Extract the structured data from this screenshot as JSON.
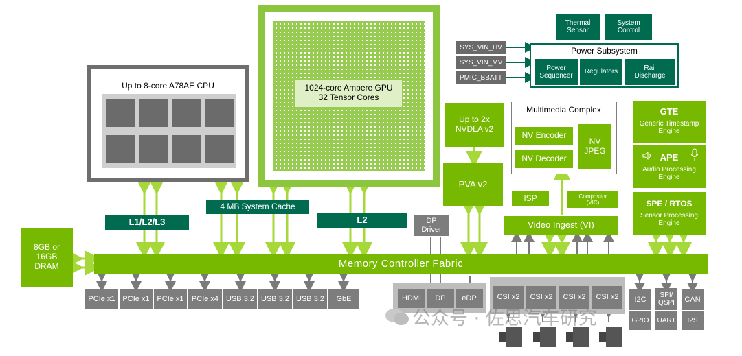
{
  "cpu": {
    "label": "Up to 8-core A78AE CPU"
  },
  "gpu": {
    "label": "1024-core Ampere GPU\n32 Tensor  Cores"
  },
  "cache": {
    "l1l2l3": "L1/L2/L3",
    "system_cache": "4 MB System Cache",
    "l2": "L2"
  },
  "dram": {
    "label": "8GB or\n16GB\nDRAM"
  },
  "fabric": {
    "label": "Memory Controller Fabric"
  },
  "io_left": [
    "PCIe x1",
    "PCIe x1",
    "PCIe x1",
    "PCIe x4",
    "USB 3.2",
    "USB 3.2",
    "USB 3.2",
    "GbE"
  ],
  "display": {
    "dp_driver": "DP\nDriver",
    "ports": [
      "HDMI",
      "DP",
      "eDP"
    ]
  },
  "csi": [
    "CSI x2",
    "CSI x2",
    "CSI x2",
    "CSI x2"
  ],
  "io_right": {
    "i2c": "I2C",
    "gpio": "GPIO",
    "spi": "SPI/\nQSPI",
    "uart": "UART",
    "can": "CAN",
    "i2s": "I2S"
  },
  "power": {
    "thermal": "Thermal\nSensor",
    "system_control": "System\nControl",
    "title": "Power Subsystem",
    "inputs": [
      "SYS_VIN_HV",
      "SYS_VIN_MV",
      "PMIC_BBATT"
    ],
    "sequencer": "Power\nSequencer",
    "regulators": "Regulators",
    "rail": "Rail\nDischarge"
  },
  "nvdla": "Up to 2x\nNVDLA v2",
  "pva": "PVA v2",
  "multimedia": {
    "title": "Multimedia Complex",
    "encoder": "NV Encoder",
    "decoder": "NV Decoder",
    "jpeg": "NV\nJPEG"
  },
  "isp": "ISP",
  "compositor": "Compositor\n(VIC)",
  "video_ingest": "Video Ingest (VI)",
  "gte": {
    "title": "GTE",
    "sub": "Generic Timestamp\nEngine"
  },
  "ape": {
    "title": "APE",
    "sub": "Audio Processing\nEngine"
  },
  "spe": {
    "title": "SPE / RTOS",
    "sub": "Sensor Processing\nEngine"
  },
  "watermark": "公众号 · 佐思汽车研究",
  "colors": {
    "light_green": "#76b900",
    "dark_green": "#006b4f",
    "gray": "#7d7d7d"
  }
}
